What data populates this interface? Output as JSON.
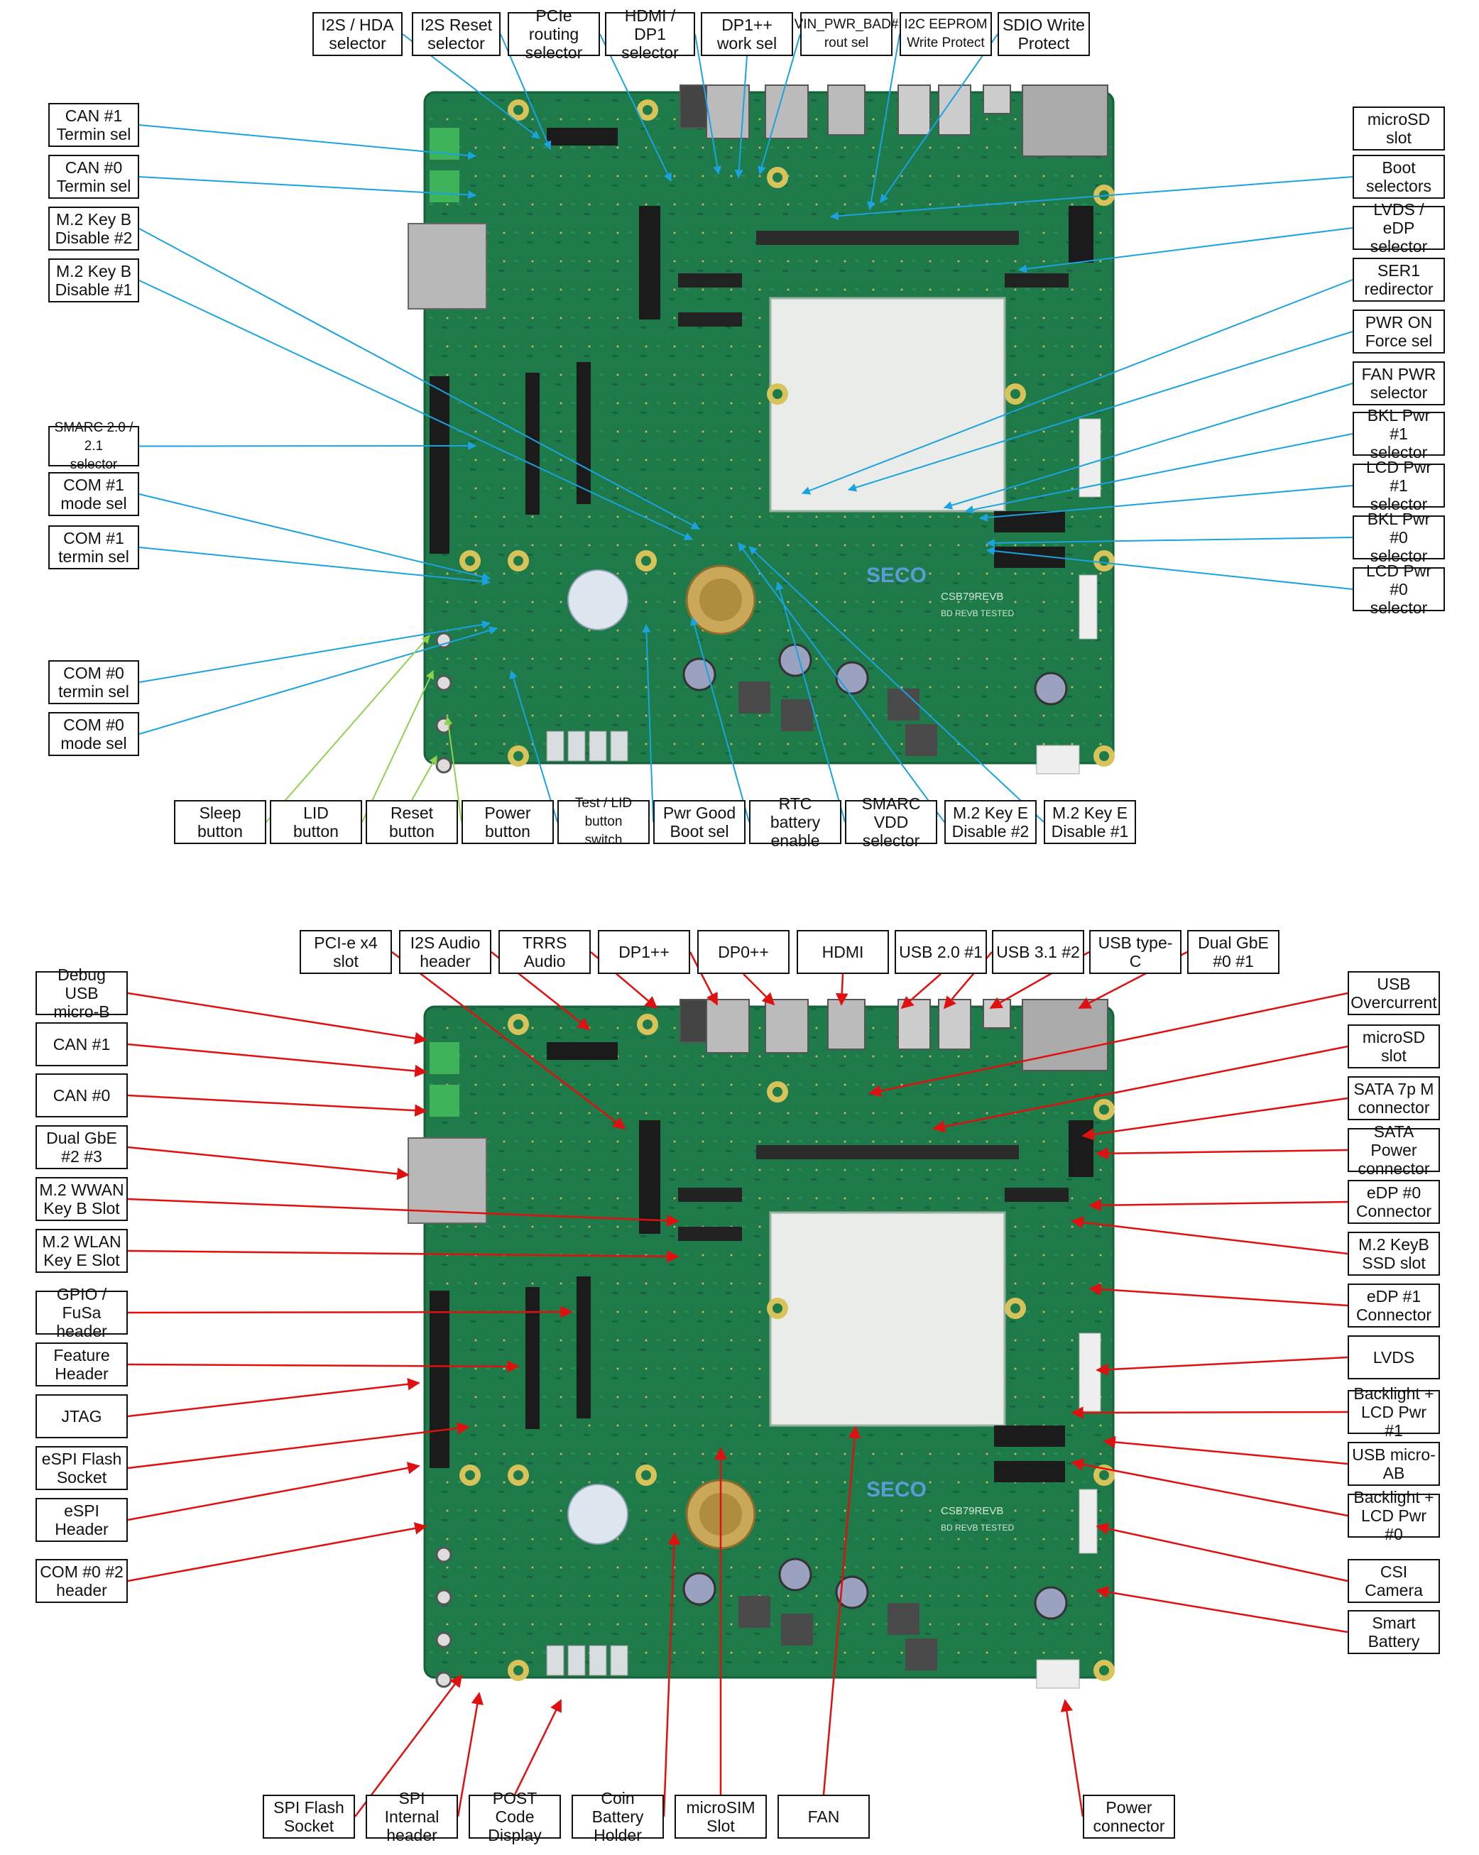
{
  "top_view": {
    "board_text": {
      "model": "CSB79REVB",
      "tested": "BD REVB TESTED",
      "brand": "SECO"
    },
    "labels": [
      {
        "id": "i2s-hda",
        "text": "I2S / HDA\nselector"
      },
      {
        "id": "i2s-reset",
        "text": "I2S Reset\nselector"
      },
      {
        "id": "pcie-routing",
        "text": "PCIe routing\nselector"
      },
      {
        "id": "hdmi-dp1",
        "text": "HDMI / DP1\nselector"
      },
      {
        "id": "dp1-work",
        "text": "DP1++\nwork sel"
      },
      {
        "id": "vin-pwr-bad",
        "text": "VIN_PWR_BAD#\nrout sel"
      },
      {
        "id": "i2c-eeprom",
        "text": "I2C EEPROM\nWrite Protect"
      },
      {
        "id": "sdio-write",
        "text": "SDIO Write\nProtect"
      },
      {
        "id": "can1-termin",
        "text": "CAN #1\nTermin sel"
      },
      {
        "id": "can0-termin",
        "text": "CAN #0\nTermin sel"
      },
      {
        "id": "m2-keyb-dis2",
        "text": "M.2 Key B\nDisable #2"
      },
      {
        "id": "m2-keyb-dis1",
        "text": "M.2 Key B\nDisable #1"
      },
      {
        "id": "smarc-sel",
        "text": "SMARC 2.0 / 2.1\nselector"
      },
      {
        "id": "com1-mode",
        "text": "COM #1\nmode sel"
      },
      {
        "id": "com1-termin",
        "text": "COM #1\ntermin sel"
      },
      {
        "id": "com0-termin",
        "text": "COM #0\ntermin sel"
      },
      {
        "id": "com0-mode",
        "text": "COM #0\nmode sel"
      },
      {
        "id": "microsd-slot",
        "text": "microSD slot"
      },
      {
        "id": "boot-sel",
        "text": "Boot\nselectors"
      },
      {
        "id": "lvds-edp",
        "text": "LVDS / eDP\nselector"
      },
      {
        "id": "ser1",
        "text": "SER1\nredirector"
      },
      {
        "id": "pwr-on",
        "text": "PWR ON\nForce sel"
      },
      {
        "id": "fan-pwr",
        "text": "FAN PWR\nselector"
      },
      {
        "id": "bkl1",
        "text": "BKL Pwr #1\nselector"
      },
      {
        "id": "lcd1",
        "text": "LCD Pwr #1\nselector"
      },
      {
        "id": "bkl0",
        "text": "BKL Pwr #0\nselector"
      },
      {
        "id": "lcd0",
        "text": "LCD Pwr #0\nselector"
      },
      {
        "id": "sleep",
        "text": "Sleep\nbutton"
      },
      {
        "id": "lid",
        "text": "LID\nbutton"
      },
      {
        "id": "reset",
        "text": "Reset\nbutton"
      },
      {
        "id": "power",
        "text": "Power\nbutton"
      },
      {
        "id": "test-lid",
        "text": "Test / LID button\nswitch"
      },
      {
        "id": "pwr-good",
        "text": "Pwr Good\nBoot sel"
      },
      {
        "id": "rtc",
        "text": "RTC battery\nenable"
      },
      {
        "id": "smarc-vdd",
        "text": "SMARC VDD\nselector"
      },
      {
        "id": "m2e-dis2",
        "text": "M.2 Key E\nDisable #2"
      },
      {
        "id": "m2e-dis1",
        "text": "M.2 Key E\nDisable #1"
      }
    ]
  },
  "bottom_view": {
    "board_text": {
      "model": "CSB79REVB",
      "tested": "BD REVB TESTED",
      "brand": "SECO"
    },
    "labels": [
      {
        "id": "pcie-x4",
        "text": "PCI-e x4\nslot"
      },
      {
        "id": "i2s-audio",
        "text": "I2S Audio\nheader"
      },
      {
        "id": "trrs",
        "text": "TRRS Audio"
      },
      {
        "id": "dp1pp",
        "text": "DP1++"
      },
      {
        "id": "dp0pp",
        "text": "DP0++"
      },
      {
        "id": "hdmi",
        "text": "HDMI"
      },
      {
        "id": "usb20",
        "text": "USB 2.0 #1"
      },
      {
        "id": "usb31",
        "text": "USB 3.1 #2"
      },
      {
        "id": "usbc",
        "text": "USB type-C"
      },
      {
        "id": "gbe01",
        "text": "Dual GbE\n#0 #1"
      },
      {
        "id": "debug-usb",
        "text": "Debug USB\nmicro-B"
      },
      {
        "id": "can1",
        "text": "CAN #1"
      },
      {
        "id": "can0",
        "text": "CAN #0"
      },
      {
        "id": "gbe23",
        "text": "Dual GbE\n#2 #3"
      },
      {
        "id": "m2-wwan",
        "text": "M.2 WWAN\nKey B Slot"
      },
      {
        "id": "m2-wlan",
        "text": "M.2 WLAN\nKey E Slot"
      },
      {
        "id": "gpio",
        "text": "GPIO / FuSa\nheader"
      },
      {
        "id": "feature",
        "text": "Feature\nHeader"
      },
      {
        "id": "jtag",
        "text": "JTAG"
      },
      {
        "id": "espi-flash",
        "text": "eSPI Flash\nSocket"
      },
      {
        "id": "espi-hdr",
        "text": "eSPI Header"
      },
      {
        "id": "com02",
        "text": "COM #0 #2\nheader"
      },
      {
        "id": "usb-oc",
        "text": "USB\nOvercurrent"
      },
      {
        "id": "microsd2",
        "text": "microSD slot"
      },
      {
        "id": "sata7p",
        "text": "SATA 7p M\nconnector"
      },
      {
        "id": "sata-pwr",
        "text": "SATA Power\nconnector"
      },
      {
        "id": "edp0",
        "text": "eDP #0\nConnector"
      },
      {
        "id": "m2-ssd",
        "text": "M.2 KeyB\nSSD slot"
      },
      {
        "id": "edp1",
        "text": "eDP #1\nConnector"
      },
      {
        "id": "lvds",
        "text": "LVDS"
      },
      {
        "id": "bl1",
        "text": "Backlight +\nLCD Pwr #1"
      },
      {
        "id": "usb-micro-ab",
        "text": "USB micro-\nAB"
      },
      {
        "id": "bl0",
        "text": "Backlight +\nLCD Pwr #0"
      },
      {
        "id": "csi",
        "text": "CSI Camera"
      },
      {
        "id": "smart-bat",
        "text": "Smart\nBattery"
      },
      {
        "id": "spi-flash",
        "text": "SPI Flash\nSocket"
      },
      {
        "id": "spi-int",
        "text": "SPI Internal\nheader"
      },
      {
        "id": "post",
        "text": "POST Code\nDisplay"
      },
      {
        "id": "coin",
        "text": "Coin Battery\nHolder"
      },
      {
        "id": "microsim",
        "text": "microSIM\nSlot"
      },
      {
        "id": "fan",
        "text": "FAN"
      },
      {
        "id": "power-conn",
        "text": "Power\nconnector"
      }
    ]
  },
  "colors": {
    "board": "#1f7a4a",
    "board_dark": "#16603a",
    "blue_line": "#1aa3e0",
    "green_line": "#8fd14f",
    "red_line": "#e01010"
  }
}
